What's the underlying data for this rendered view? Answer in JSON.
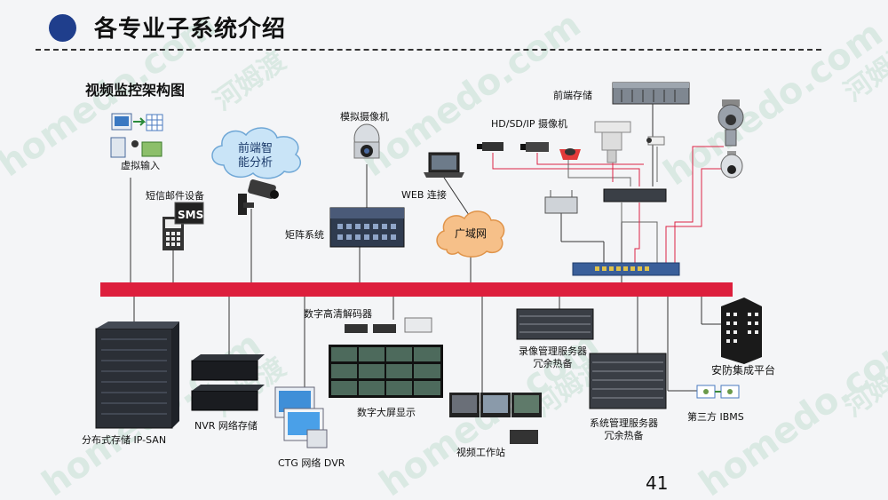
{
  "header": {
    "title": "各专业子系统介绍",
    "subtitle": "视频监控架构图",
    "page_number": "41"
  },
  "labels": {
    "virtual_input": "虚拟输入",
    "front_analysis": "前端智\n能分析",
    "sms_device": "短信邮件设备",
    "sms": "SMS",
    "analog_camera": "模拟摄像机",
    "matrix": "矩阵系统",
    "web": "WEB 连接",
    "wan": "广域网",
    "hd_camera": "HD/SD/IP 摄像机",
    "front_storage": "前端存储",
    "decoder": "数字高清解码器",
    "video_wall": "数字大屏显示",
    "recording_server": "录像管理服务器\n冗余热备",
    "security_platform": "安防集成平台",
    "san": "分布式存储 IP-SAN",
    "nvr": "NVR 网络存储",
    "ctg": "CTG 网络 DVR",
    "workstation": "视频工作站",
    "mgmt_server": "系统管理服务器\n冗余热备",
    "ibms": "第三方 IBMS"
  },
  "watermark": {
    "text_latin": "homedo.com",
    "text_cjk": "河姆渡"
  },
  "colors": {
    "bus": "#dd1f3d",
    "bullet": "#1f3e8c",
    "cloud_blue": "#c9e4f7",
    "cloud_orange": "#f6c089",
    "watermark": "#b7d7c9"
  }
}
